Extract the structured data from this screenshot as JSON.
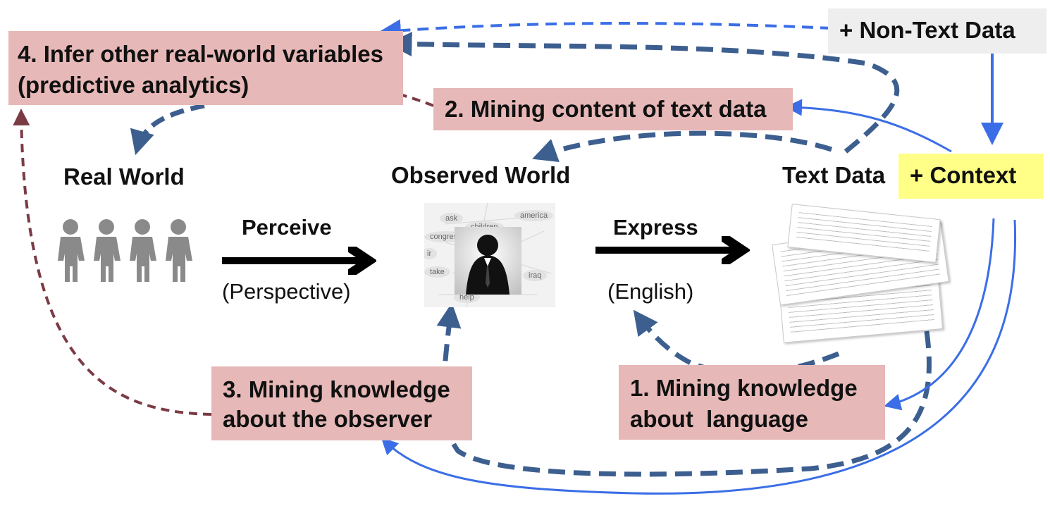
{
  "boxes": {
    "infer": {
      "line1": "4. Infer other real-world variables",
      "line2": "(predictive analytics)"
    },
    "mining_content": "2. Mining content of text data",
    "mining_observer": {
      "line1": "3. Mining knowledge",
      "line2": "about the observer"
    },
    "mining_language": {
      "line1": "1. Mining knowledge",
      "line2": "about  language"
    },
    "non_text": "+ Non-Text Data",
    "context": "+ Context"
  },
  "headings": {
    "real_world": "Real World",
    "observed_world": "Observed World",
    "text_data": "Text Data"
  },
  "arrows": {
    "perceive": "Perceive",
    "perspective": "(Perspective)",
    "express": "Express",
    "english": "(English)"
  },
  "word_cloud": [
    "ask",
    "children",
    "america",
    "congress",
    "ir",
    "take",
    "iraq",
    "help"
  ],
  "colors": {
    "pink_box": "#e6b8b7",
    "yellow_box": "#ffff88",
    "gray_box": "#eeeeee",
    "blue_dashed": "#3d5f8f",
    "blue_line": "#3b6ee6",
    "maroon_dashed": "#7b3b45"
  }
}
